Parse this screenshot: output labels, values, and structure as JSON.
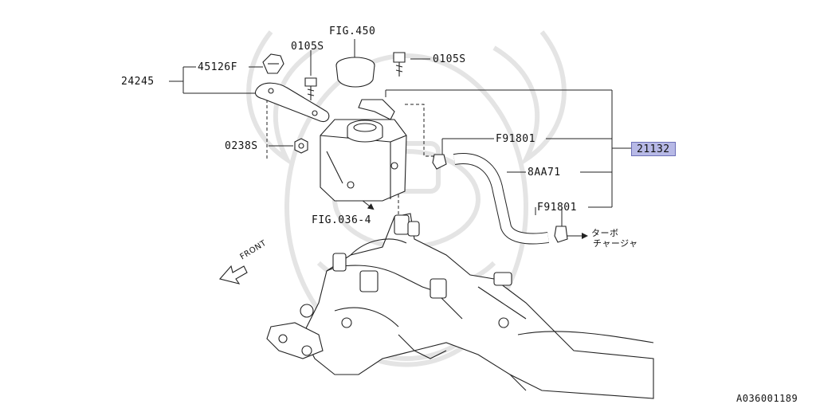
{
  "labels": {
    "fig_450": "FIG.450",
    "part_0105s_a": "0105S",
    "part_0105s_b": "0105S",
    "part_45126f": "45126F",
    "part_24245": "24245",
    "part_0238s": "0238S",
    "part_f91801_a": "F91801",
    "part_8aa71": "8AA71",
    "part_f91801_b": "F91801",
    "part_21132": "21132",
    "fig_036_4": "FIG.036-4",
    "turbo_line1": "ターボ",
    "turbo_line2": "チャージャ",
    "front": "FRONT",
    "doc_id": "A036001189"
  },
  "colors": {
    "line": "#222222",
    "highlight_fill": "#b7b9e6",
    "highlight_border": "#6c6fb7",
    "watermark": "#e6e6e6"
  }
}
